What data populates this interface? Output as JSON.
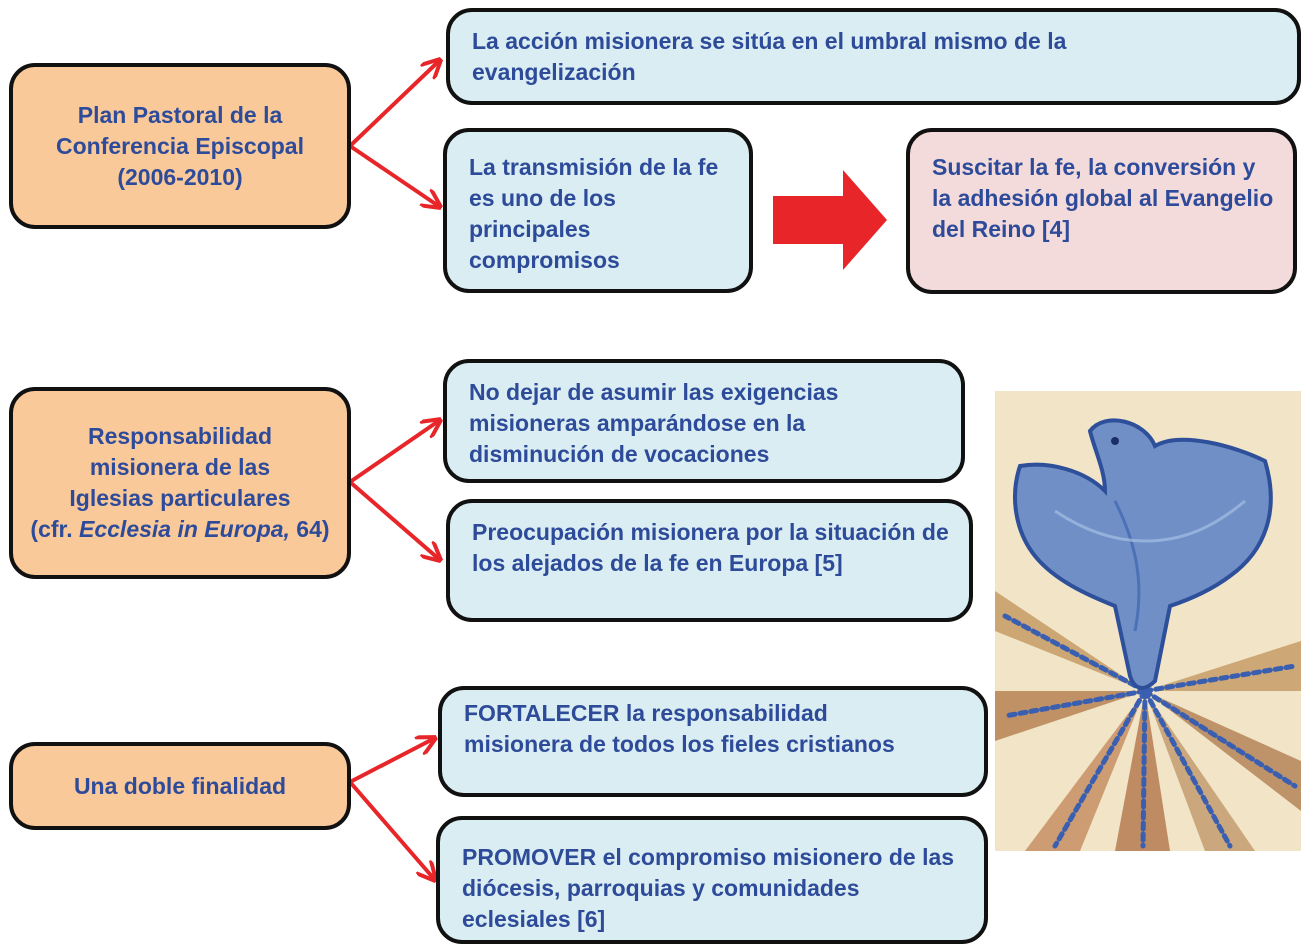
{
  "groups": [
    {
      "source": "Plan Pastoral de la Conferencia Episcopal (2006-2010)",
      "targets": [
        "La acción misionera se sitúa en el umbral mismo de la evangelización",
        "La transmisión de la fe es uno de los principales compromisos"
      ],
      "result": "Suscitar la fe, la conversión y la adhesión global al Evangelio del Reino  [4]"
    },
    {
      "source_lines": [
        "Responsabilidad",
        "misionera de las",
        "Iglesias particulares"
      ],
      "source_cite_prefix": "(cfr. ",
      "source_cite_italic": "Ecclesia in Europa,",
      "source_cite_suffix": " 64)",
      "targets": [
        "No dejar de asumir las exigencias misioneras amparándose en la disminución de vocaciones",
        "Preocupación misionera por la situación de los alejados de la fe en Europa [5]"
      ]
    },
    {
      "source": "Una doble finalidad",
      "targets": [
        "FORTALECER la responsabilidad misionera de todos los fieles cristianos",
        "PROMOVER el compromiso misionero de las diócesis, parroquias y comunidades eclesiales [6]"
      ]
    }
  ],
  "colors": {
    "text": "#2e4b9a",
    "source_fill": "#f9c99a",
    "target_fill": "#d9edf2",
    "result_fill": "#f3dbdc",
    "arrow": "#e8262a",
    "border": "#111111"
  },
  "image": {
    "subject": "dove-and-rays-illustration"
  }
}
